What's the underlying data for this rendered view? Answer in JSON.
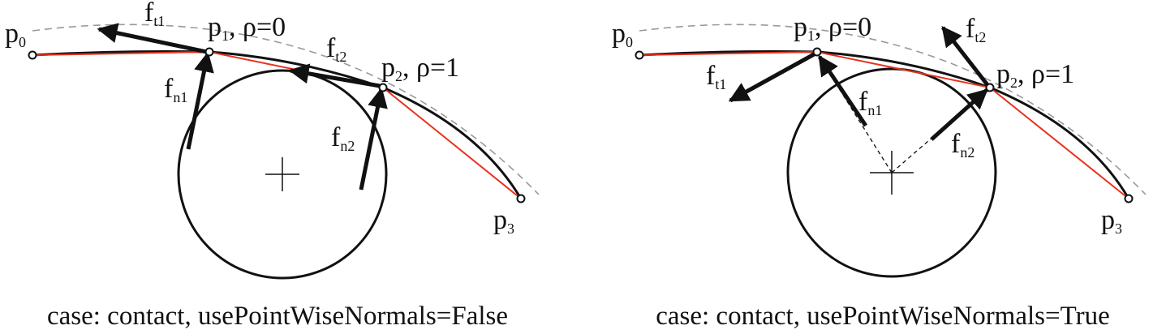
{
  "colors": {
    "ink": "#111111",
    "polyline": "#e8321e",
    "guide": "#9a9a9a"
  },
  "panels": [
    {
      "caption": "case: contact, usePointWiseNormals=False",
      "labels": {
        "p0": "p",
        "p0_sub": "0",
        "p1": "p",
        "p1_sub": "1",
        "p1_rho": ", ρ=0",
        "p2": "p",
        "p2_sub": "2",
        "p2_rho": ", ρ=1",
        "p3": "p",
        "p3_sub": "3",
        "ft1": "f",
        "ft1_sub": "t1",
        "ft2": "f",
        "ft2_sub": "t2",
        "fn1": "f",
        "fn1_sub": "n1",
        "fn2": "f",
        "fn2_sub": "n2"
      }
    },
    {
      "caption": "case: contact, usePointWiseNormals=True",
      "labels": {
        "p0": "p",
        "p0_sub": "0",
        "p1": "p",
        "p1_sub": "1",
        "p1_rho": ", ρ=0",
        "p2": "p",
        "p2_sub": "2",
        "p2_rho": ", ρ=1",
        "p3": "p",
        "p3_sub": "3",
        "ft1": "f",
        "ft1_sub": "t1",
        "ft2": "f",
        "ft2_sub": "t2",
        "fn1": "f",
        "fn1_sub": "n1",
        "fn2": "f",
        "fn2_sub": "n2"
      }
    }
  ]
}
